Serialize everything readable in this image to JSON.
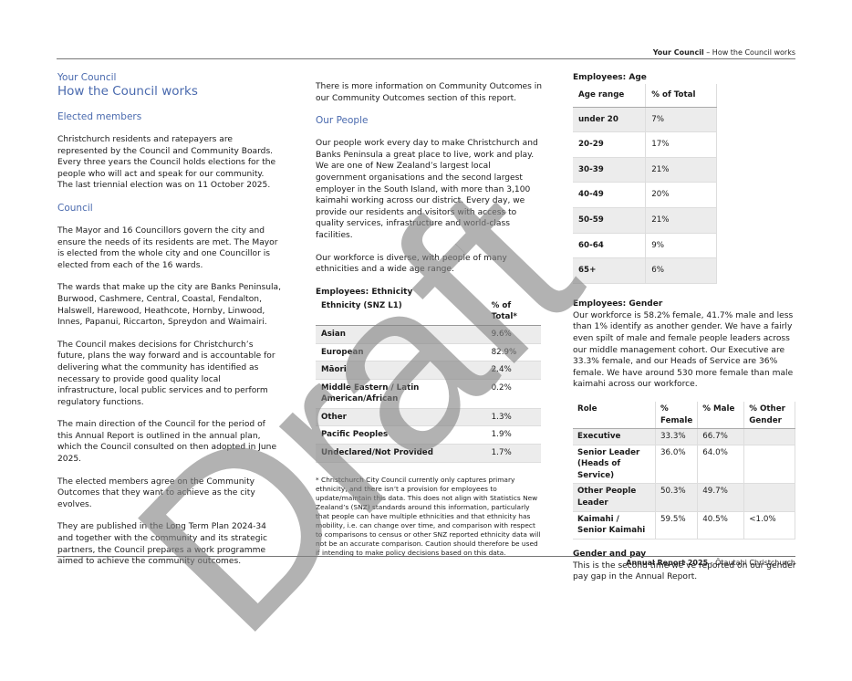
{
  "header": {
    "section": "Your Council",
    "separator": " – ",
    "title": "How the Council works"
  },
  "footer": {
    "report": "Annual Report 2025",
    "separator": " - ",
    "city": "Ōtautahi Christchurch"
  },
  "watermark": "Draft",
  "col1": {
    "overline": "Your Council",
    "title": "How the Council works",
    "elected_heading": "Elected members",
    "elected_p": "Christchurch residents and ratepayers are represented by the Council and Community Boards. Every three years the Council holds elections for the people who will act and speak for our community. The last triennial election was on 11 October 2025.",
    "council_heading": "Council",
    "p1": "The Mayor and 16 Councillors govern the city and ensure the needs of its residents are met.  The Mayor is elected from the whole city and one Councillor is elected from each of the 16 wards.",
    "p2": "The wards that make up the city are Banks Peninsula, Burwood, Cashmere, Central, Coastal, Fendalton, Halswell, Harewood, Heathcote, Hornby, Linwood, Innes, Papanui, Riccarton, Spreydon and Waimairi.",
    "p3": "The Council makes decisions for Christchurch’s future, plans the way forward and is accountable for delivering what the community has identified as necessary to provide good quality local infrastructure, local public services and to perform regulatory functions.",
    "p4": "The main direction of the Council for the period of this Annual Report is outlined in the annual plan, which the Council consulted on then adopted in June 2025.",
    "p5": "The elected members agree on the Community Outcomes that they want to achieve as the city evolves.",
    "p6": "They are published in the Long Term Plan 2024-34 and together with the community and its strategic partners, the Council prepares a work programme aimed to achieve the community outcomes."
  },
  "col2": {
    "p0": "There is more information on Community Outcomes in our Community Outcomes section of this report.",
    "people_heading": "Our People",
    "p1": "Our people work every day to make Christchurch and Banks Peninsula a great place to live, work and play. We are one of New Zealand’s largest local government organisations and the second largest employer in the South Island, with more than 3,100 kaimahi working across our district. Every day, we provide our residents and visitors with access to quality services, infrastructure and world-class facilities.",
    "p2": "Our workforce is diverse, with people of many ethnicities and a wide age range.",
    "ethnicity": {
      "heading": "Employees: Ethnicity",
      "col1": "Ethnicity (SNZ L1)",
      "col2": "% of Total*",
      "rows": [
        {
          "label": "Asian",
          "value": "9.6%"
        },
        {
          "label": "European",
          "value": "82.9%"
        },
        {
          "label": "Māori",
          "value": "2.4%"
        },
        {
          "label": "Middle Eastern / Latin American/African",
          "value": "0.2%"
        },
        {
          "label": "Other",
          "value": "1.3%"
        },
        {
          "label": "Pacific Peoples",
          "value": "1.9%"
        },
        {
          "label": "Undeclared/Not Provided",
          "value": "1.7%"
        }
      ]
    },
    "footnote": "* Christchurch City Council currently only captures primary ethnicity, and there isn’t a provision for employees to update/maintain this data. This does not align with Statistics New Zealand’s (SNZ) standards around this information, particularly that people can have multiple ethnicities and that ethnicity has mobility, i.e. can change over time, and comparison with respect to comparisons to census or other SNZ reported ethnicity data will not be an accurate comparison. Caution should therefore be used if intending to make policy decisions based on this data."
  },
  "col3": {
    "age": {
      "heading": "Employees: Age",
      "col1": "Age range",
      "col2": "% of Total",
      "rows": [
        {
          "label": "under 20",
          "value": "7%"
        },
        {
          "label": "20-29",
          "value": "17%"
        },
        {
          "label": "30-39",
          "value": "21%"
        },
        {
          "label": "40-49",
          "value": "20%"
        },
        {
          "label": "50-59",
          "value": "21%"
        },
        {
          "label": "60-64",
          "value": "9%"
        },
        {
          "label": "65+",
          "value": "6%"
        }
      ]
    },
    "gender": {
      "heading": "Employees: Gender",
      "para": "Our workforce is 58.2% female, 41.7% male and less than 1% identify as another gender.  We have a fairly even spilt of male and female people leaders across our middle management cohort. Our Executive are 33.3% female, and our Heads of Service are 36% female. We have around 530 more female than male kaimahi across our workforce.",
      "columns": [
        "Role",
        "% Female",
        "% Male",
        "% Other Gender"
      ],
      "rows": [
        {
          "role": "Executive",
          "female": "33.3%",
          "male": "66.7%",
          "other": ""
        },
        {
          "role": "Senior Leader (Heads of Service)",
          "female": "36.0%",
          "male": "64.0%",
          "other": ""
        },
        {
          "role": "Other People Leader",
          "female": "50.3%",
          "male": "49.7%",
          "other": ""
        },
        {
          "role": "Kaimahi / Senior Kaimahi",
          "female": "59.5%",
          "male": "40.5%",
          "other": "<1.0%"
        }
      ]
    },
    "pay": {
      "heading": "Gender and pay",
      "para": "This is the second time we’ve reported on our gender pay gap in the Annual Report."
    }
  }
}
